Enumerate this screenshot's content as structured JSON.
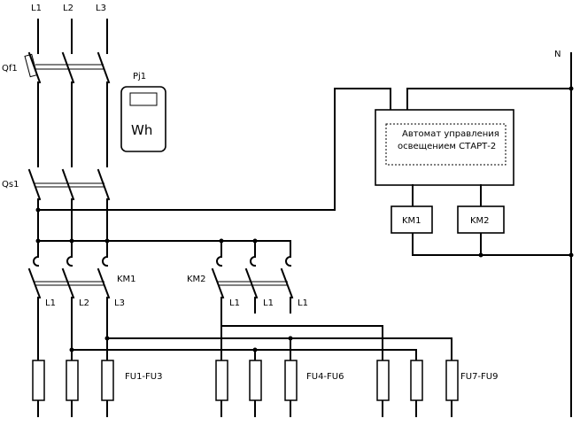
{
  "phases": {
    "l1": "L1",
    "l2": "L2",
    "l3": "L3",
    "neutral": "N"
  },
  "breaker": {
    "label": "Qf1"
  },
  "meter": {
    "label": "Pj1",
    "unit": "Wh"
  },
  "switch": {
    "label": "Qs1"
  },
  "controller": {
    "line1": "Автомат управления",
    "line2": "освещением  СТАРТ-2"
  },
  "coils": {
    "km1": "KM1",
    "km2": "KM2"
  },
  "contactors": {
    "km1": {
      "label": "KM1",
      "outputs": [
        "L1",
        "L2",
        "L3"
      ]
    },
    "km2": {
      "label": "KM2",
      "outputs": [
        "L1",
        "L1",
        "L1"
      ]
    }
  },
  "fuses": {
    "group1": "FU1-FU3",
    "group2": "FU4-FU6",
    "group3": "FU7-FU9"
  }
}
